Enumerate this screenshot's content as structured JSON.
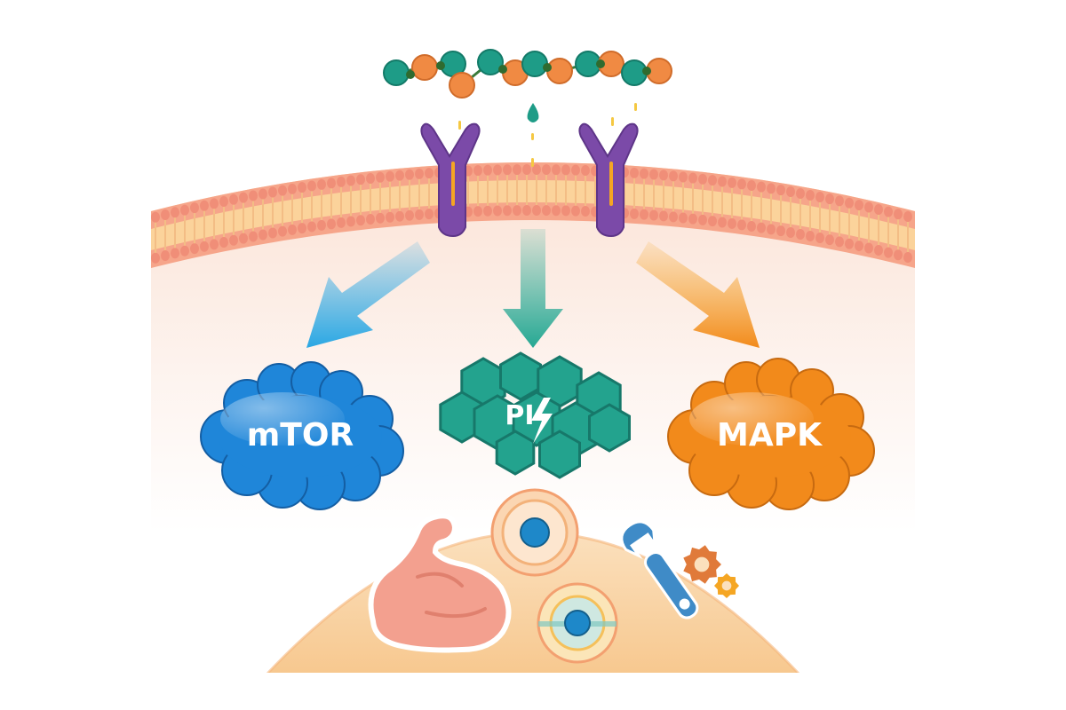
{
  "diagram": {
    "ligand": {
      "name": "peptide-chain-icon",
      "colors": [
        "#1e9c87",
        "#f08a43"
      ]
    },
    "membrane": {
      "name": "cell-membrane",
      "colors": [
        "#f6a58a",
        "#fbd39b"
      ]
    },
    "receptors": {
      "name": "receptor-icon",
      "color": "#7b4aa8",
      "count": 2
    },
    "pathways": [
      {
        "id": "mtor",
        "label": "mTOR",
        "color": "#1f86d9",
        "arrow_color": "#2aa7e3"
      },
      {
        "id": "pi",
        "label": "PI",
        "color": "#23a38e",
        "arrow_color": "#26a893"
      },
      {
        "id": "mapk",
        "label": "MAPK",
        "color": "#f28a1b",
        "arrow_color": "#f5a623"
      }
    ],
    "outcomes": [
      {
        "name": "muscle-growth-icon"
      },
      {
        "name": "cell-icon"
      },
      {
        "name": "dividing-cell-icon"
      },
      {
        "name": "wrench-icon"
      },
      {
        "name": "gear-icon"
      }
    ]
  }
}
